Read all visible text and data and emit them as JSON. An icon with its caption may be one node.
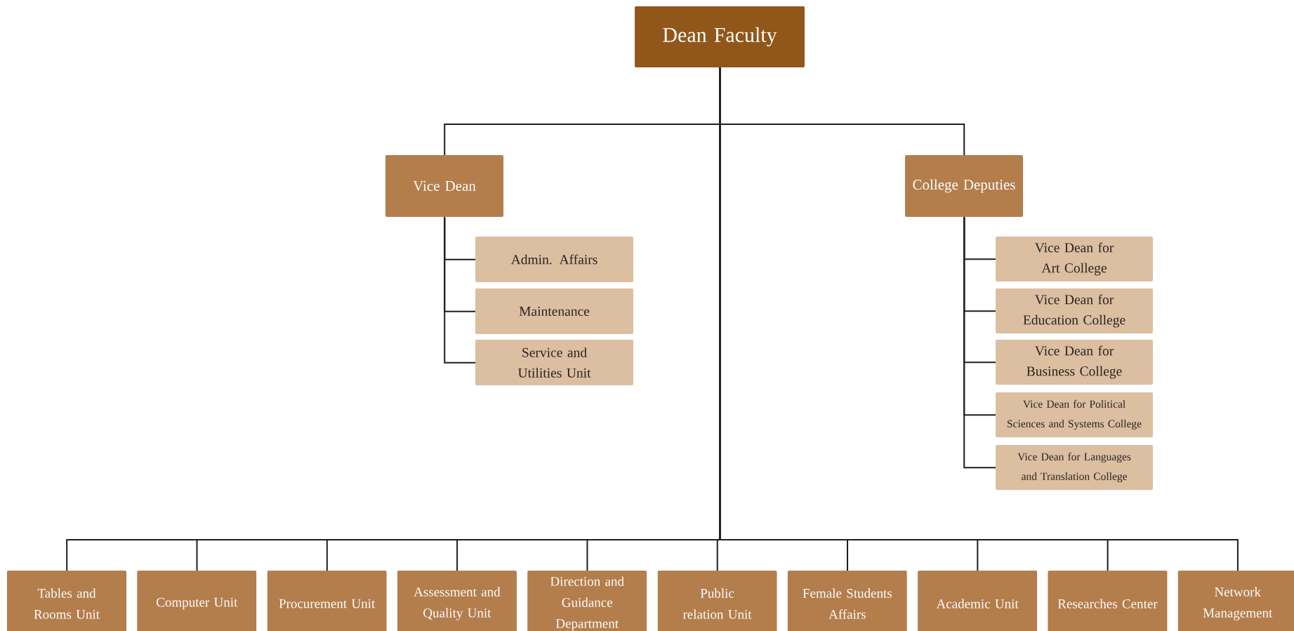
{
  "diagram": {
    "nodes": [
      {
        "text": [
          "Dean Faculty"
        ]
      },
      {
        "text": [
          "Vice Dean"
        ]
      },
      {
        "text": [
          "College Deputies"
        ]
      },
      {
        "text": [
          "Admin. Affairs"
        ]
      },
      {
        "text": [
          "Maintenance"
        ]
      },
      {
        "text": [
          "Service and Utilities Unit"
        ]
      },
      {
        "text": [
          "Vice Dean for Art College"
        ]
      },
      {
        "text": [
          "Vice Dean for Education College"
        ]
      },
      {
        "text": [
          "Vice Dean for Business College"
        ]
      },
      {
        "text": [
          "Vice Dean for Political Sciences and Systems College"
        ]
      },
      {
        "text": [
          "Vice Dean for Languages and Translation College"
        ]
      },
      {
        "text": [
          "Tables and Rooms Unit"
        ]
      },
      {
        "text": [
          "Computer Unit"
        ]
      },
      {
        "text": [
          "Procurement Unit"
        ]
      },
      {
        "text": [
          "Assessment and Quality Unit"
        ]
      },
      {
        "text": [
          "Direction and Guidance Department"
        ]
      },
      {
        "text": [
          "Public relation Unit"
        ]
      },
      {
        "text": [
          "Female Students Affairs"
        ]
      },
      {
        "text": [
          "Academic Unit"
        ]
      },
      {
        "text": [
          "Researches Center"
        ]
      },
      {
        "text": [
          "Network Management"
        ]
      }
    ],
    "edges": [
      {
        "from": 0,
        "to": 1,
        "arrow": "none"
      },
      {
        "from": 0,
        "to": 2,
        "arrow": "none"
      },
      {
        "from": 1,
        "to": 3,
        "arrow": "none"
      },
      {
        "from": 1,
        "to": 4,
        "arrow": "none"
      },
      {
        "from": 1,
        "to": 5,
        "arrow": "none"
      },
      {
        "from": 2,
        "to": 6,
        "arrow": "none"
      },
      {
        "from": 2,
        "to": 7,
        "arrow": "none"
      },
      {
        "from": 2,
        "to": 8,
        "arrow": "none"
      },
      {
        "from": 2,
        "to": 9,
        "arrow": "none"
      },
      {
        "from": 2,
        "to": 10,
        "arrow": "none"
      },
      {
        "from": 0,
        "to": 11,
        "arrow": "none"
      },
      {
        "from": 0,
        "to": 12,
        "arrow": "none"
      },
      {
        "from": 0,
        "to": 13,
        "arrow": "none"
      },
      {
        "from": 0,
        "to": 14,
        "arrow": "none"
      },
      {
        "from": 0,
        "to": 15,
        "arrow": "none"
      },
      {
        "from": 0,
        "to": 16,
        "arrow": "none"
      },
      {
        "from": 0,
        "to": 17,
        "arrow": "none"
      },
      {
        "from": 0,
        "to": 18,
        "arrow": "none"
      },
      {
        "from": 0,
        "to": 19,
        "arrow": "none"
      },
      {
        "from": 0,
        "to": 20,
        "arrow": "none"
      }
    ]
  }
}
